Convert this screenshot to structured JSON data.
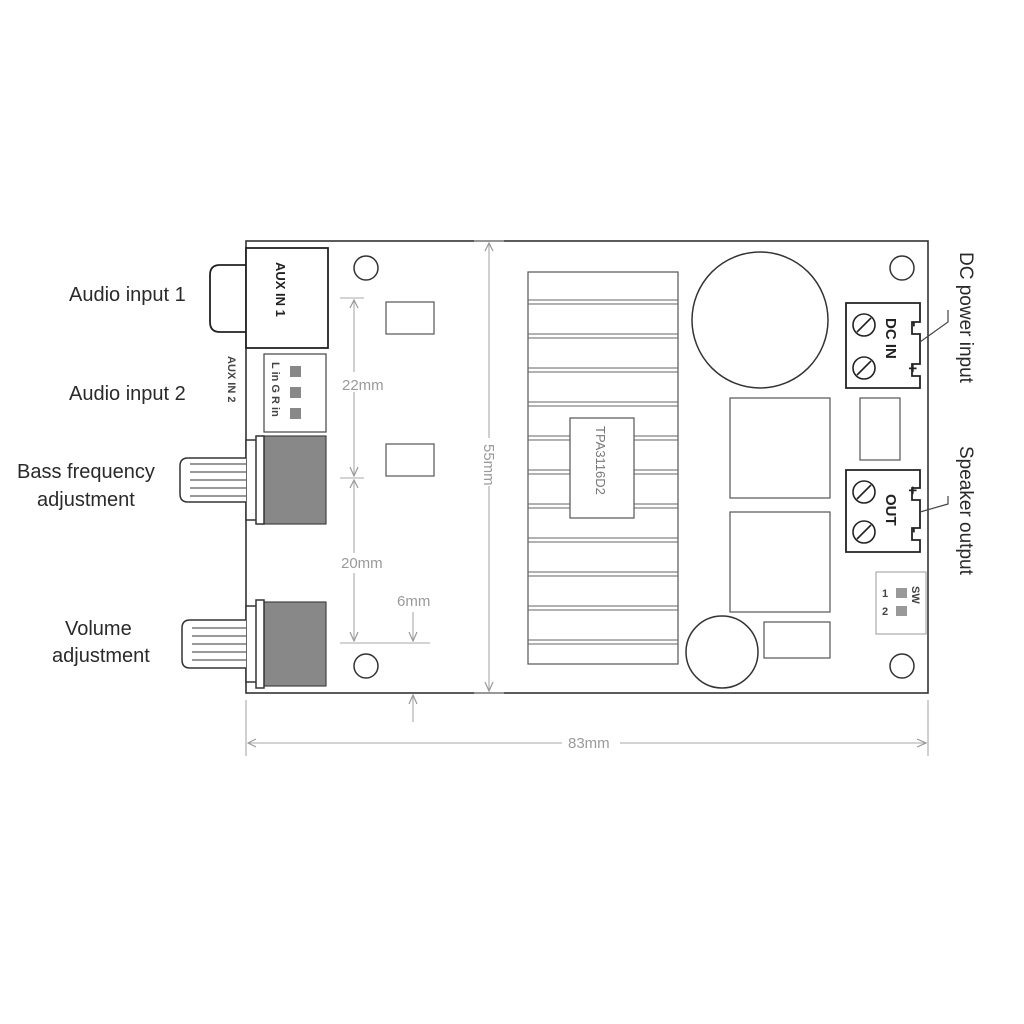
{
  "labels": {
    "audio_input_1": "Audio input 1",
    "audio_input_2": "Audio input 2",
    "bass_line1": "Bass frequency",
    "bass_line2": "adjustment",
    "volume_line1": "Volume",
    "volume_line2": "adjustment",
    "dc_power_input": "DC power input",
    "speaker_output": "Speaker output"
  },
  "board": {
    "aux_in_1": "AUX IN 1",
    "aux_in_2": "AUX IN 2",
    "aux2_pins": "L in G R in",
    "chip": "TPA3116D2",
    "dc_in": "DC IN",
    "out": "OUT",
    "plus": "+",
    "minus": "-",
    "sw": "SW",
    "sw_1": "1",
    "sw_2": "2"
  },
  "dimensions": {
    "d22": "22mm",
    "d20": "20mm",
    "d6": "6mm",
    "d55": "55mm",
    "d83": "83mm"
  }
}
